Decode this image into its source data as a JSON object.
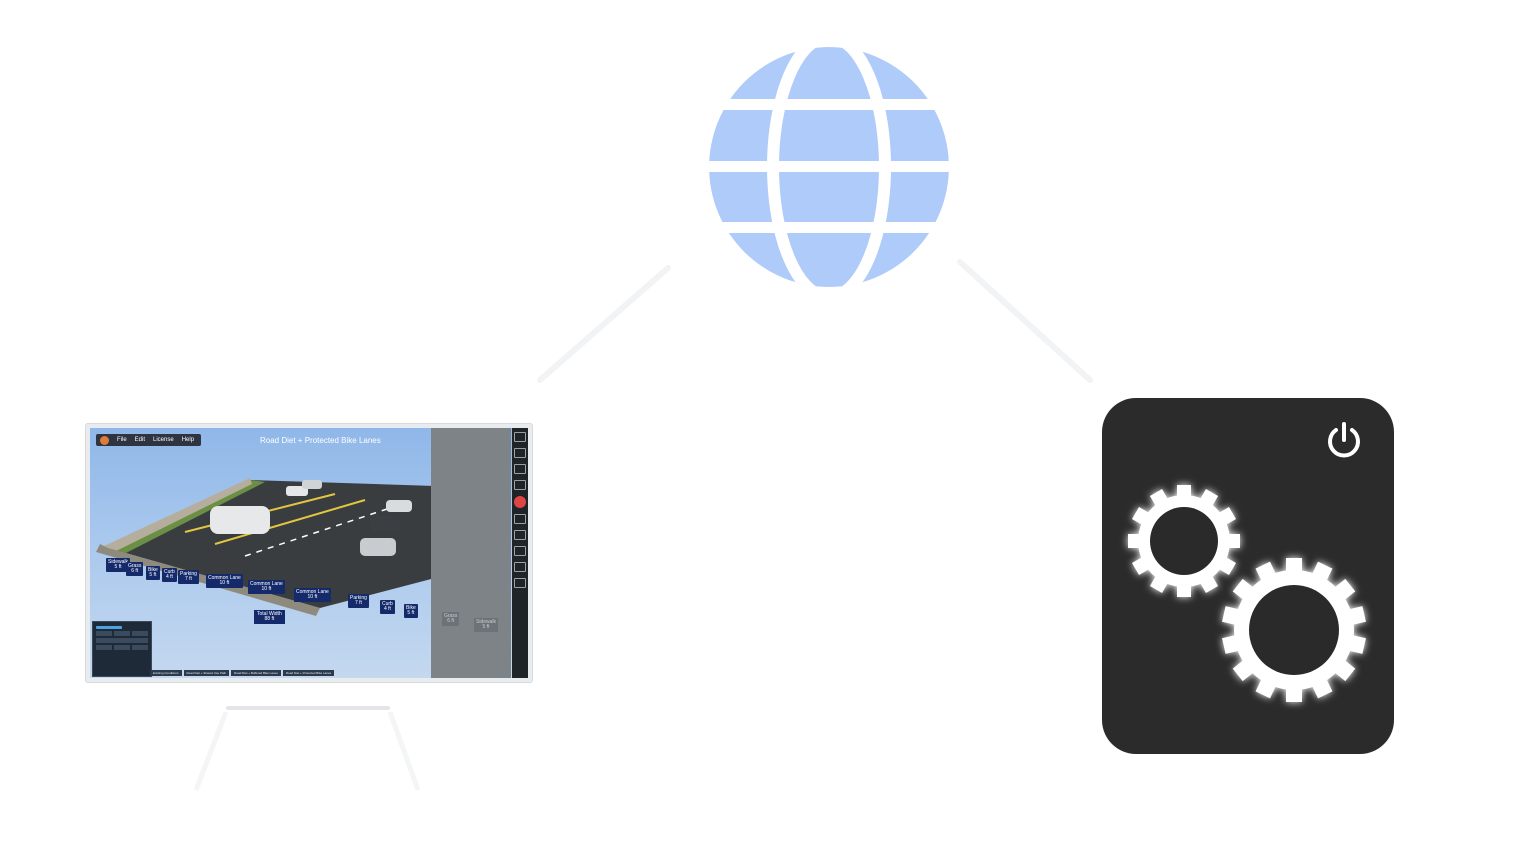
{
  "diagram": {
    "nodes": [
      {
        "id": "internet",
        "icon": "globe-icon",
        "color": "#aecbfa"
      },
      {
        "id": "computer",
        "icon": "monitor-icon"
      },
      {
        "id": "server-app",
        "icon": "gear-box-icon",
        "color": "#2b2b2b"
      }
    ]
  },
  "app_screen": {
    "menu": [
      "File",
      "Edit",
      "License",
      "Help"
    ],
    "title": "Road Diet + Protected Bike Lanes",
    "lane_labels": [
      {
        "name": "Sidewalk",
        "width": "5 ft"
      },
      {
        "name": "Grass",
        "width": "6 ft"
      },
      {
        "name": "Bike",
        "width": "5 ft"
      },
      {
        "name": "Curb",
        "width": "4 ft"
      },
      {
        "name": "Parking",
        "width": "7 ft"
      },
      {
        "name": "Common Lane",
        "width": "10 ft"
      },
      {
        "name": "Common Lane",
        "width": "10 ft"
      },
      {
        "name": "Common Lane",
        "width": "10 ft"
      },
      {
        "name": "Parking",
        "width": "7 ft"
      },
      {
        "name": "Curb",
        "width": "4 ft"
      },
      {
        "name": "Bike",
        "width": "5 ft"
      },
      {
        "name": "Grass",
        "width": "6 ft"
      },
      {
        "name": "Sidewalk",
        "width": "5 ft"
      }
    ],
    "total_width": {
      "label": "Total Width",
      "value": "88 ft"
    },
    "bottom_tabs": [
      "Existing Conditions",
      "Road Diet + Shared Use Path",
      "Road Diet + Buffered Bike Lanes",
      "Road Diet + Protected Bike Lanes"
    ]
  }
}
